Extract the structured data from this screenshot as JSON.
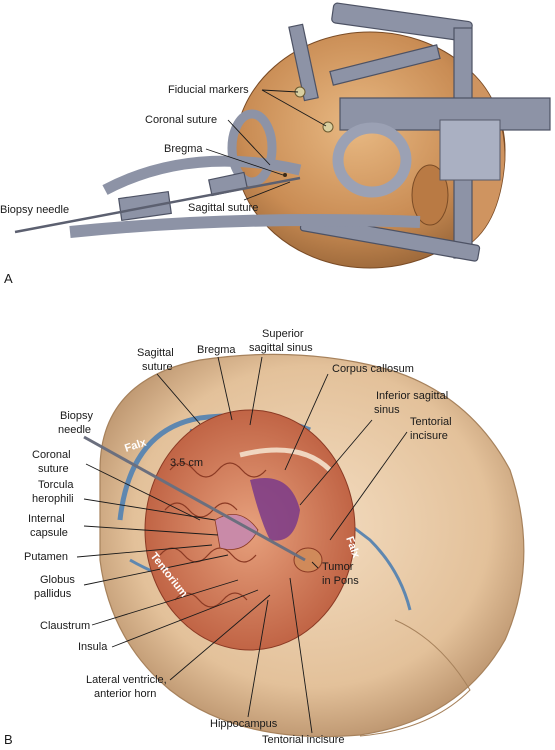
{
  "panel_a": {
    "letter": "A",
    "labels": {
      "fiducial_markers": "Fiducial markers",
      "coronal_suture": "Coronal suture",
      "bregma": "Bregma",
      "biopsy_needle": "Biopsy needle",
      "sagittal_suture": "Sagittal suture"
    }
  },
  "panel_b": {
    "letter": "B",
    "labels": {
      "sagittal_suture_1": "Sagittal",
      "sagittal_suture_2": "suture",
      "bregma": "Bregma",
      "superior_sagittal_sinus_1": "Superior",
      "superior_sagittal_sinus_2": "sagittal sinus",
      "corpus_callosum": "Corpus callosum",
      "inferior_sagittal_sinus_1": "Inferior sagittal",
      "inferior_sagittal_sinus_2": "sinus",
      "tentorial_incisure_top_1": "Tentorial",
      "tentorial_incisure_top_2": "incisure",
      "biopsy_needle_1": "Biopsy",
      "biopsy_needle_2": "needle",
      "coronal_suture_1": "Coronal",
      "coronal_suture_2": "suture",
      "torcula_1": "Torcula",
      "torcula_2": "herophili",
      "internal_capsule_1": "Internal",
      "internal_capsule_2": "capsule",
      "putamen": "Putamen",
      "globus_pallidus_1": "Globus",
      "globus_pallidus_2": "pallidus",
      "claustrum": "Claustrum",
      "insula": "Insula",
      "lateral_ventricle_1": "Lateral ventricle,",
      "lateral_ventricle_2": "anterior horn",
      "hippocampus": "Hippocampus",
      "tentorial_incisure_bottom": "Tentorial incisure",
      "tumor_1": "Tumor",
      "tumor_2": "in Pons",
      "distance": "3.5 cm",
      "falx_left": "Falx",
      "falx_right": "Falx",
      "tentorium": "Tentorium"
    }
  }
}
